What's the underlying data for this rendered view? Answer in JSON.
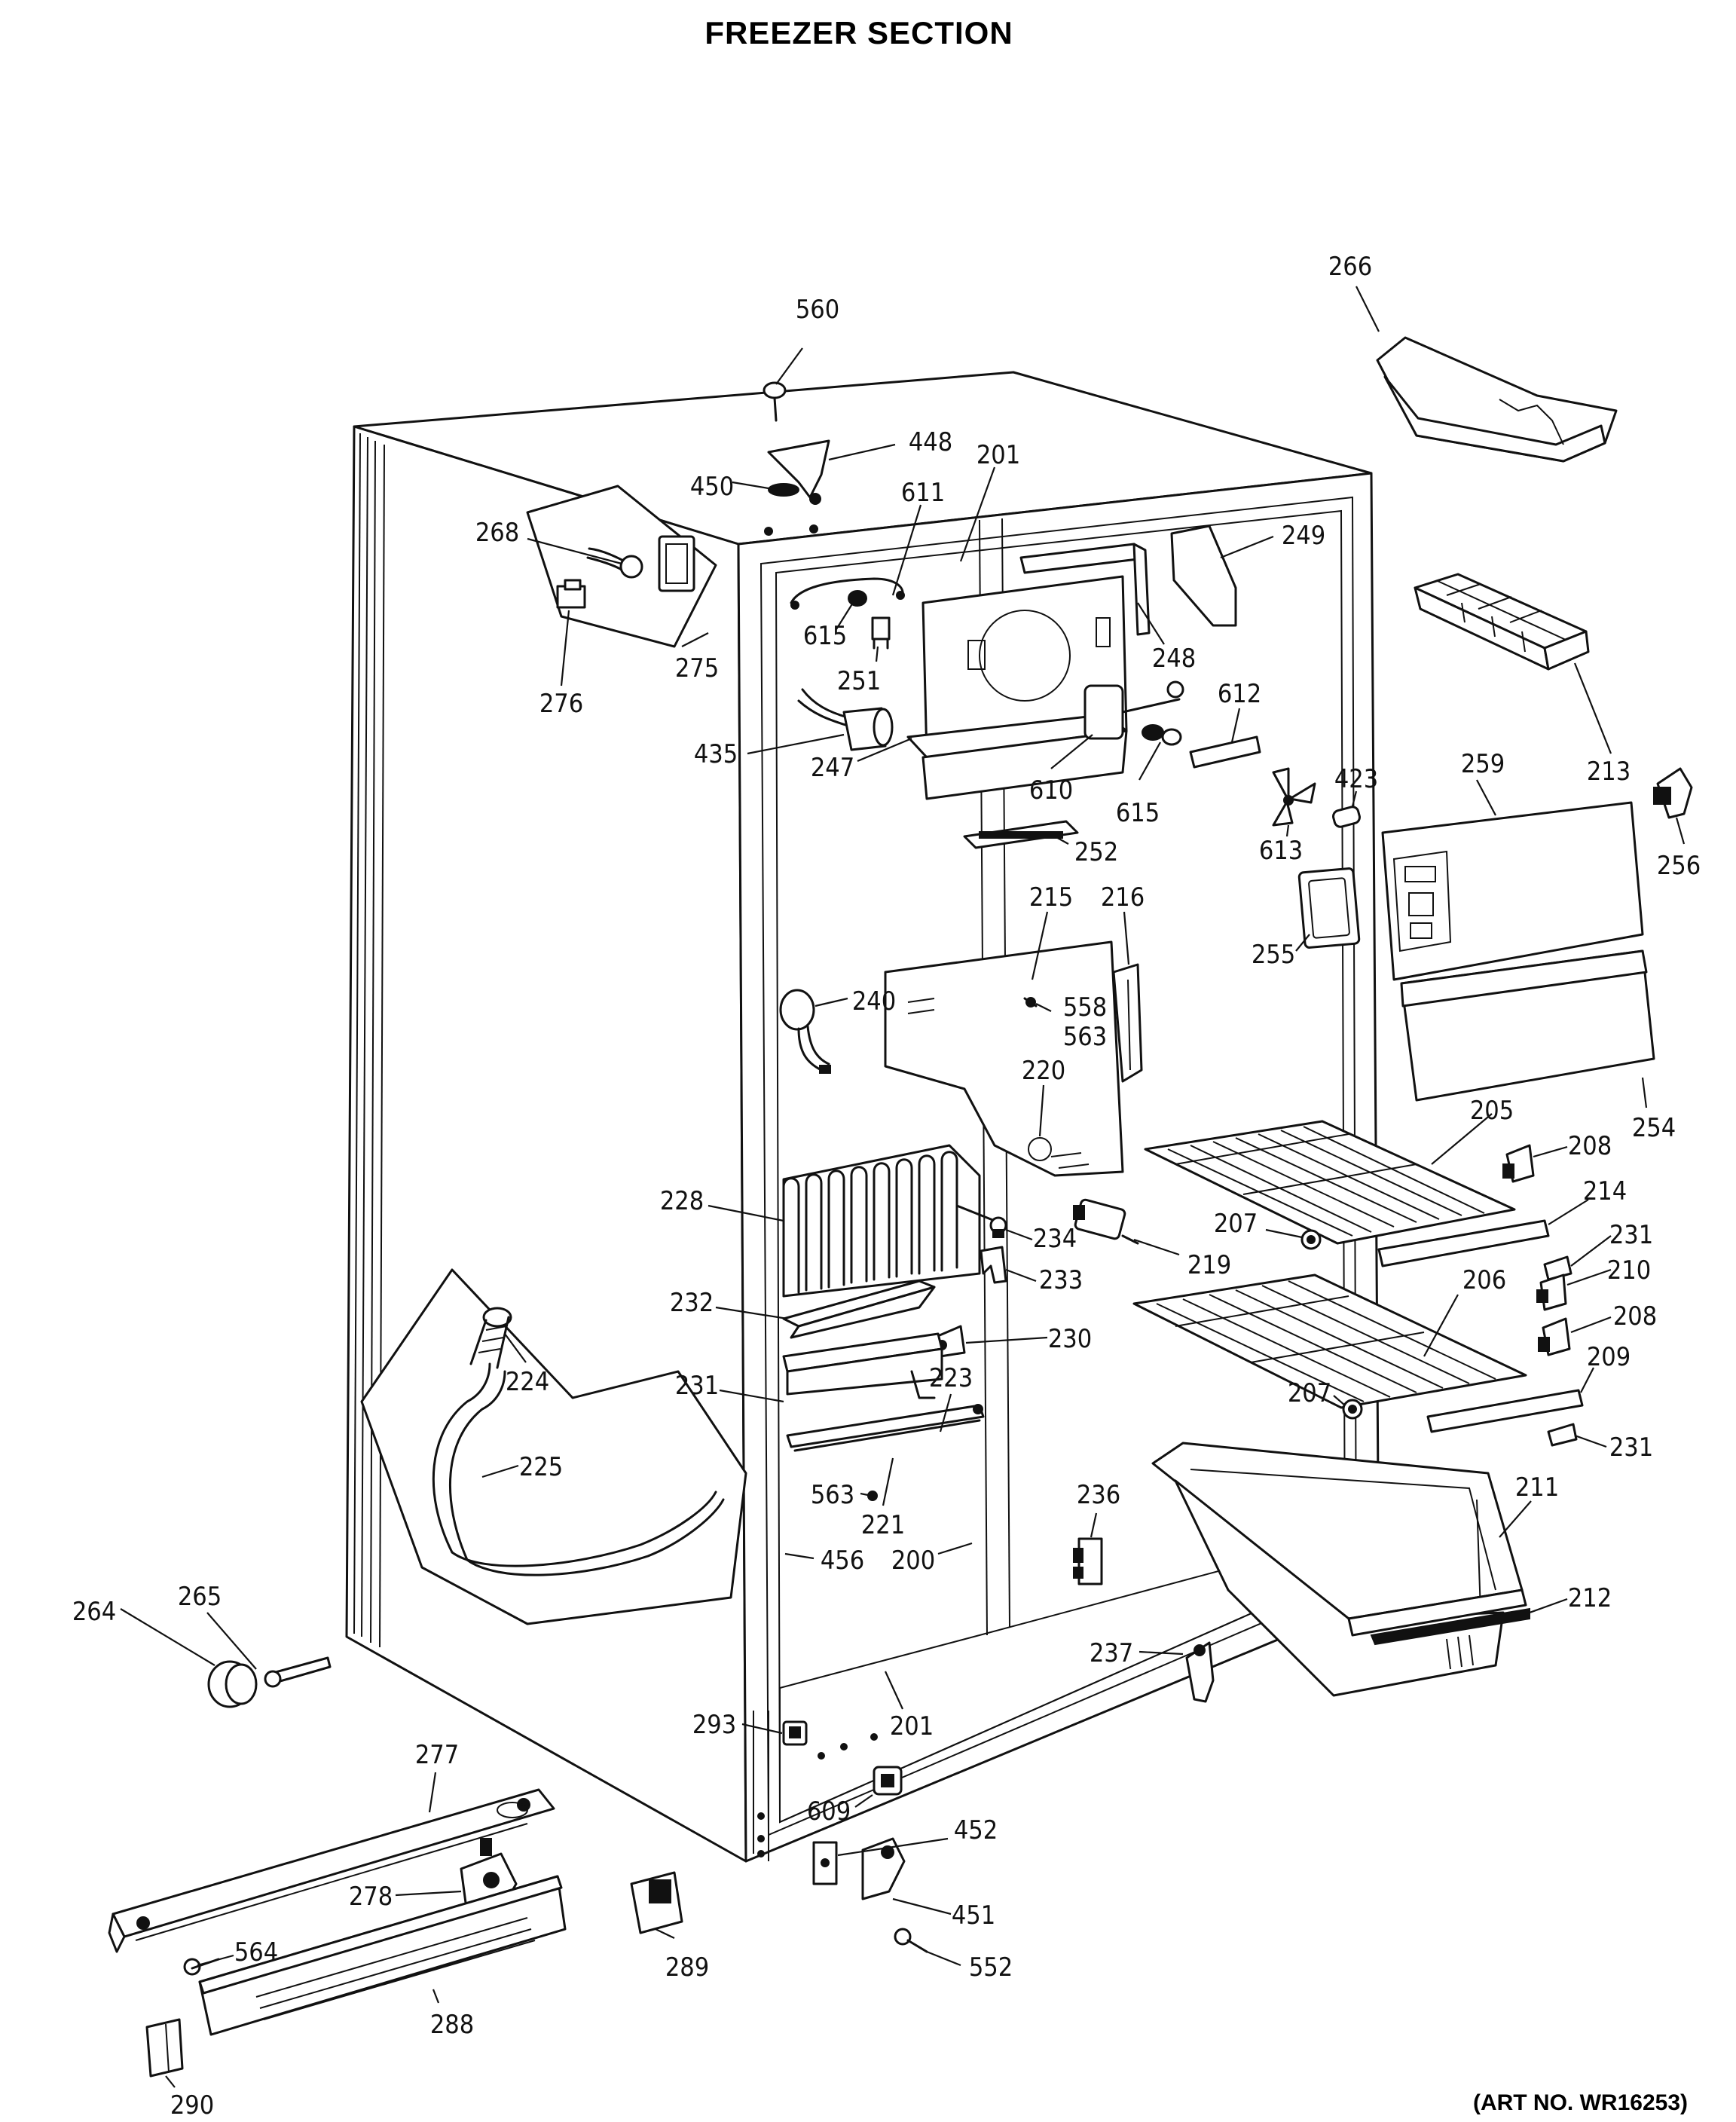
{
  "header": {
    "title": "FREEZER SECTION",
    "art_number": "(ART NO. WR16253)"
  },
  "callouts": [
    {
      "id": "c-560",
      "label": "560"
    },
    {
      "id": "c-448",
      "label": "448"
    },
    {
      "id": "c-450",
      "label": "450"
    },
    {
      "id": "c-201-top",
      "label": "201"
    },
    {
      "id": "c-611",
      "label": "611"
    },
    {
      "id": "c-268",
      "label": "268"
    },
    {
      "id": "c-615-a",
      "label": "615"
    },
    {
      "id": "c-251",
      "label": "251"
    },
    {
      "id": "c-276",
      "label": "276"
    },
    {
      "id": "c-275",
      "label": "275"
    },
    {
      "id": "c-249",
      "label": "249"
    },
    {
      "id": "c-248",
      "label": "248"
    },
    {
      "id": "c-612",
      "label": "612"
    },
    {
      "id": "c-435",
      "label": "435"
    },
    {
      "id": "c-247",
      "label": "247"
    },
    {
      "id": "c-610",
      "label": "610"
    },
    {
      "id": "c-615-b",
      "label": "615"
    },
    {
      "id": "c-613",
      "label": "613"
    },
    {
      "id": "c-423",
      "label": "423"
    },
    {
      "id": "c-252",
      "label": "252"
    },
    {
      "id": "c-266",
      "label": "266"
    },
    {
      "id": "c-213",
      "label": "213"
    },
    {
      "id": "c-259",
      "label": "259"
    },
    {
      "id": "c-256",
      "label": "256"
    },
    {
      "id": "c-255",
      "label": "255"
    },
    {
      "id": "c-215",
      "label": "215"
    },
    {
      "id": "c-216",
      "label": "216"
    },
    {
      "id": "c-240",
      "label": "240"
    },
    {
      "id": "c-558",
      "label": "558"
    },
    {
      "id": "c-563-a",
      "label": "563"
    },
    {
      "id": "c-220",
      "label": "220"
    },
    {
      "id": "c-254",
      "label": "254"
    },
    {
      "id": "c-205",
      "label": "205"
    },
    {
      "id": "c-208-a",
      "label": "208"
    },
    {
      "id": "c-228",
      "label": "228"
    },
    {
      "id": "c-234",
      "label": "234"
    },
    {
      "id": "c-219",
      "label": "219"
    },
    {
      "id": "c-207-a",
      "label": "207"
    },
    {
      "id": "c-214",
      "label": "214"
    },
    {
      "id": "c-231-a",
      "label": "231"
    },
    {
      "id": "c-233",
      "label": "233"
    },
    {
      "id": "c-210",
      "label": "210"
    },
    {
      "id": "c-232",
      "label": "232"
    },
    {
      "id": "c-206",
      "label": "206"
    },
    {
      "id": "c-208-b",
      "label": "208"
    },
    {
      "id": "c-230",
      "label": "230"
    },
    {
      "id": "c-224",
      "label": "224"
    },
    {
      "id": "c-231-b",
      "label": "231"
    },
    {
      "id": "c-223",
      "label": "223"
    },
    {
      "id": "c-209",
      "label": "209"
    },
    {
      "id": "c-207-b",
      "label": "207"
    },
    {
      "id": "c-231-c",
      "label": "231"
    },
    {
      "id": "c-225",
      "label": "225"
    },
    {
      "id": "c-563-b",
      "label": "563"
    },
    {
      "id": "c-221",
      "label": "221"
    },
    {
      "id": "c-236",
      "label": "236"
    },
    {
      "id": "c-211",
      "label": "211"
    },
    {
      "id": "c-456",
      "label": "456"
    },
    {
      "id": "c-200",
      "label": "200"
    },
    {
      "id": "c-212",
      "label": "212"
    },
    {
      "id": "c-264",
      "label": "264"
    },
    {
      "id": "c-265",
      "label": "265"
    },
    {
      "id": "c-237",
      "label": "237"
    },
    {
      "id": "c-201-bottom",
      "label": "201"
    },
    {
      "id": "c-293",
      "label": "293"
    },
    {
      "id": "c-277",
      "label": "277"
    },
    {
      "id": "c-609",
      "label": "609"
    },
    {
      "id": "c-452",
      "label": "452"
    },
    {
      "id": "c-278",
      "label": "278"
    },
    {
      "id": "c-451",
      "label": "451"
    },
    {
      "id": "c-564",
      "label": "564"
    },
    {
      "id": "c-289",
      "label": "289"
    },
    {
      "id": "c-552",
      "label": "552"
    },
    {
      "id": "c-288",
      "label": "288"
    },
    {
      "id": "c-290",
      "label": "290"
    }
  ]
}
